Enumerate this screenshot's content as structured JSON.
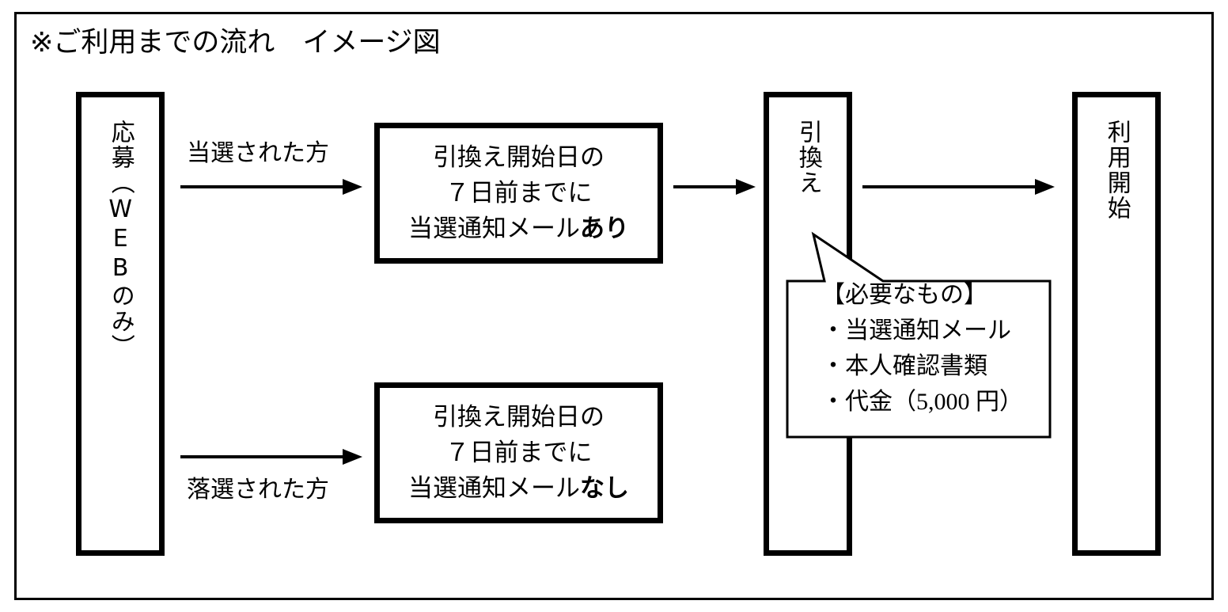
{
  "diagram": {
    "title": "※ご利用までの流れ　イメージ図",
    "frame_color": "#000000",
    "background_color": "#ffffff"
  },
  "nodes": {
    "apply": {
      "label": "応募（WEBのみ）",
      "orientation": "vertical"
    },
    "exchange": {
      "label": "引換え",
      "orientation": "vertical"
    },
    "start_use": {
      "label": "利用開始",
      "orientation": "vertical"
    },
    "win_box": {
      "line1": "引換え開始日の",
      "line2": "７日前までに",
      "line3_normal": "当選通知メール",
      "line3_bold": "あり"
    },
    "lose_box": {
      "line1": "引換え開始日の",
      "line2": "７日前までに",
      "line3_normal": "当選通知メール",
      "line3_bold": "なし"
    }
  },
  "edges": {
    "won": {
      "label": "当選された方"
    },
    "lost": {
      "label": "落選された方"
    },
    "win_to_exchange": {
      "label": ""
    },
    "exchange_to_start": {
      "label": ""
    }
  },
  "callout": {
    "heading": "【必要なもの】",
    "items": [
      "・当選通知メール",
      "・本人確認書類",
      "・代金（5,000 円）"
    ]
  }
}
